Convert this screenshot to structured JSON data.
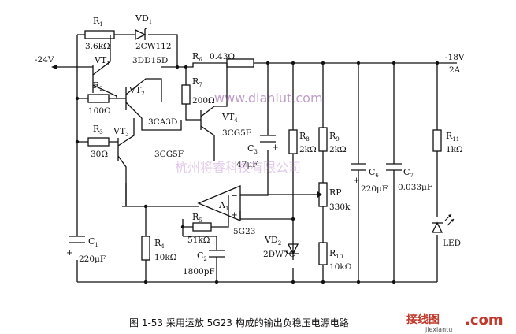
{
  "supply": {
    "input": "-24V",
    "output": "-18V",
    "current": "2A"
  },
  "components": {
    "R1": {
      "name": "R",
      "sub": "1",
      "value": "3.6kΩ"
    },
    "VD1": {
      "name": "VD",
      "sub": "1",
      "value": "2CW112"
    },
    "VT1": {
      "name": "VT",
      "sub": "1",
      "value": "3DD15D"
    },
    "R2": {
      "name": "R",
      "sub": "2",
      "value": "100Ω"
    },
    "VT2": {
      "name": "VT",
      "sub": "2",
      "value": "3CA3D"
    },
    "R3": {
      "name": "R",
      "sub": "3",
      "value": "30Ω"
    },
    "VT3": {
      "name": "VT",
      "sub": "3",
      "value": "3CG5F"
    },
    "R6": {
      "name": "R",
      "sub": "6",
      "value": "0.43Ω"
    },
    "R7": {
      "name": "R",
      "sub": "7",
      "value": "200Ω"
    },
    "VT4": {
      "name": "VT",
      "sub": "4",
      "value": "3CG5F"
    },
    "C3": {
      "name": "C",
      "sub": "3",
      "value": "47μF"
    },
    "R8": {
      "name": "R",
      "sub": "8",
      "value": "2kΩ"
    },
    "R9": {
      "name": "R",
      "sub": "9",
      "value": "2kΩ"
    },
    "RP": {
      "name": "RP",
      "value": "330k"
    },
    "R10": {
      "name": "R",
      "sub": "10",
      "value": "10kΩ"
    },
    "C6": {
      "name": "C",
      "sub": "6",
      "value": "220μF"
    },
    "C7": {
      "name": "C",
      "sub": "7",
      "value": "0.033μF"
    },
    "R11": {
      "name": "R",
      "sub": "11",
      "value": "1kΩ"
    },
    "LED": {
      "name": "LED"
    },
    "A1": {
      "name": "A",
      "sub": "1",
      "value": "5G23"
    },
    "R5": {
      "name": "R",
      "sub": "5",
      "value": "51kΩ"
    },
    "C2": {
      "name": "C",
      "sub": "2",
      "value": "1800pF"
    },
    "VD2": {
      "name": "VD",
      "sub": "2",
      "value": "2DW7C"
    },
    "C1": {
      "name": "C",
      "sub": "1",
      "value": "220μF"
    },
    "R4": {
      "name": "R",
      "sub": "4",
      "value": "10kΩ"
    }
  },
  "opamp_signs": {
    "minus": "−",
    "plus": "+"
  },
  "polarity_plus": "+",
  "watermarks": {
    "site": "www.dianlut.com",
    "company": "杭州将睿科技有限公司"
  },
  "caption": "图 1-53   采用运放 5G23 构成的输出负稳压电源电路",
  "logo": {
    "brand": "接线图",
    "domain": ".com",
    "url": "jiexiantu"
  }
}
